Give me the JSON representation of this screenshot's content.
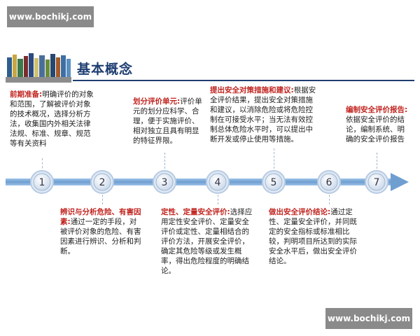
{
  "watermark": "www.bochikj.com",
  "title": "基本概念",
  "colors": {
    "keyword": "#c0241f",
    "title": "#1f3e72",
    "arrow": "#6f9fd0",
    "node": "#4a78b0"
  },
  "steps": [
    {
      "number": "1",
      "keyword": "前期准备:",
      "text": "明确评价的对象和范围，了解被评价对象的技术概况，选择分析方法，收集国内外相关法律法规、标准、规章、规范等有关资料"
    },
    {
      "number": "2",
      "keyword": "辨识与分析危险、有害因素:",
      "text": "通过一定的手段，对被评价对象的危险、有害因素进行辨识、分析和判断。"
    },
    {
      "number": "3",
      "keyword": "划分评价单元:",
      "text": "评价单元的划分应科学、合理，便于实施评价、相对独立且具有明显的特征界限。"
    },
    {
      "number": "4",
      "keyword": "定性、定量安全评价:",
      "text": "选择应用定性安全评价、定量安全评价或定性、定量相结合的评价方法，开展安全评价，确定其危险等级或发生概率，得出危险程度的明确结论。"
    },
    {
      "number": "5",
      "keyword": "提出安全对策措施和建议:",
      "text": "根据安全评价结果，提出安全对策措施和建议，以消除危险或将危险控制在可接受水平；当无法有效控制总体危险水平时，可以提出中断开发或停止使用等措施。"
    },
    {
      "number": "6",
      "keyword": "做出安全评价结论:",
      "text": "通过定性、定量安全评价，并同既定的安全指标或标准相比较，判明项目所达到的实际安全水平后，做出安全评价结论。"
    },
    {
      "number": "7",
      "keyword": "编制安全评价报告:",
      "text": "依据安全评价的结论，编制系统、明确的安全评价报告"
    }
  ]
}
